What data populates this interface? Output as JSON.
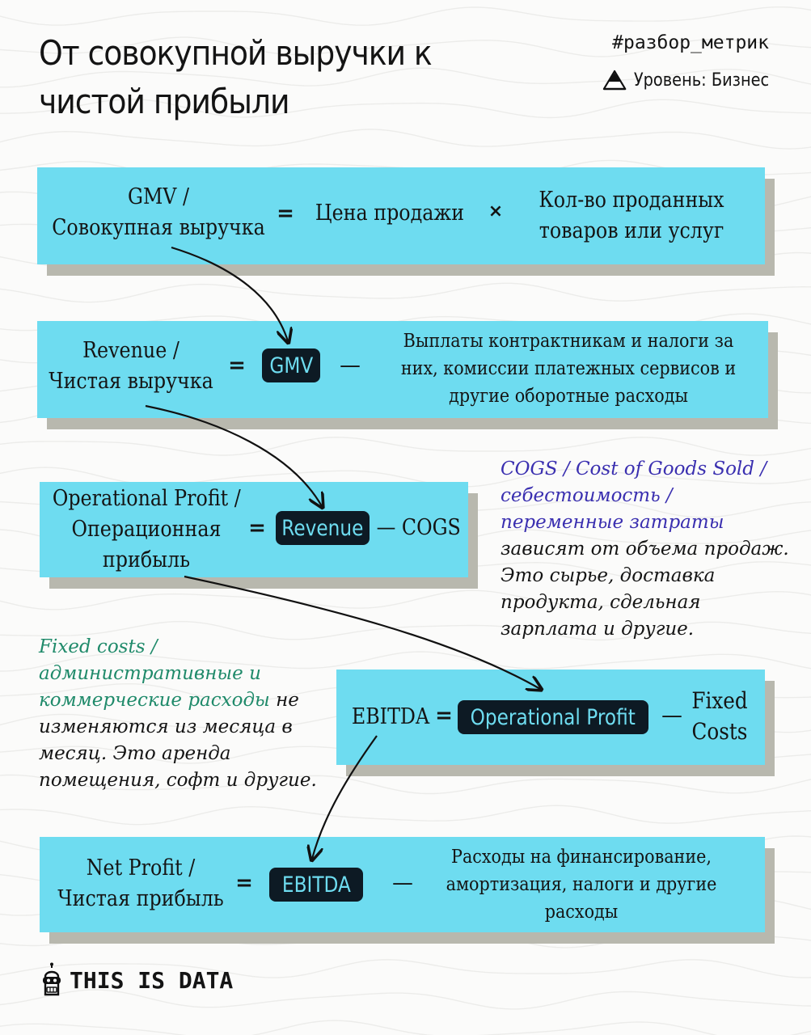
{
  "header": {
    "title_line1": "От совокупной выручки к",
    "title_line2": "чистой прибыли",
    "hashtag": "#разбор_метрик",
    "level": "Уровень: Бизнес"
  },
  "rows": {
    "gmv": {
      "label_line1": "GMV /",
      "label_line2": "Совокупная выручка",
      "equals": "=",
      "factor1": "Цена продажи",
      "times": "×",
      "factor2_line1": "Кол-во проданных",
      "factor2_line2": "товаров или услуг"
    },
    "revenue": {
      "label_line1": "Revenue /",
      "label_line2": "Чистая выручка",
      "equals": "=",
      "pill": "GMV",
      "minus": "—",
      "desc_line1": "Выплаты контрактникам и налоги за",
      "desc_line2": "них, комиссии платежных сервисов и",
      "desc_line3": "другие оборотные расходы"
    },
    "operational": {
      "label_line1": "Operational Profit /",
      "label_line2": "Операционная",
      "label_line3": "прибыль",
      "equals": "=",
      "pill": "Revenue",
      "tail": "— COGS"
    },
    "ebitda": {
      "label": "EBITDA",
      "equals": "=",
      "pill": "Operational Profit",
      "minus": "—",
      "tail_line1": "Fixed",
      "tail_line2": "Costs"
    },
    "net": {
      "label_line1": "Net Profit /",
      "label_line2": "Чистая прибыль",
      "equals": "=",
      "pill": "EBITDA",
      "minus": "—",
      "desc_line1": "Расходы на финансирование,",
      "desc_line2": "амортизация, налоги и другие",
      "desc_line3": "расходы"
    }
  },
  "notes": {
    "cogs": {
      "line1": "COGS / Cost of Goods Sold /",
      "line2": "себестоимость /",
      "line3": "переменные затраты",
      "line4": "зависят от объема продаж.",
      "line5": "Это сырье, доставка",
      "line6": "продукта, сдельная",
      "line7": "зарплата и другие."
    },
    "fixed": {
      "line1": "Fixed costs /",
      "line2": "административные и",
      "line3a": "коммерческие расходы",
      "line3b": " не",
      "line4": "изменяются из месяца в",
      "line5": "месяц. Это аренда",
      "line6": "помещения, софт и другие."
    }
  },
  "brand": {
    "name": "THIS IS DATA"
  },
  "colors": {
    "box": "#6edcf0",
    "shadow": "#b8b8ae",
    "pill": "#0d1a24",
    "note_blue": "#3a2fb0",
    "note_green": "#1f8a6a"
  },
  "icons": [
    "triangle-level-icon",
    "robot-logo-icon"
  ]
}
